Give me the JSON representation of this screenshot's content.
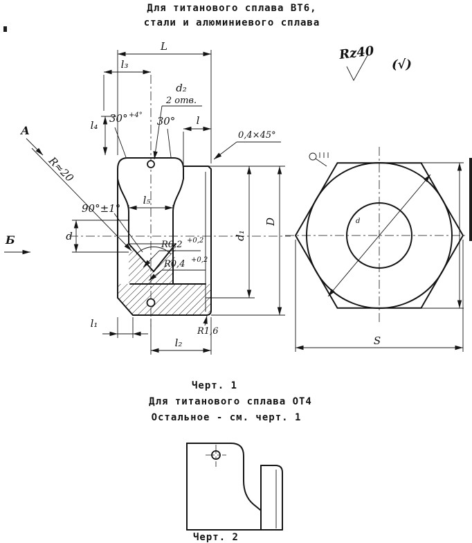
{
  "header": {
    "line1": "Для титанового сплава ВТ6,",
    "line2": "стали и алюминиевого сплава"
  },
  "roughness": {
    "label": "Rz40",
    "alt": "(√)"
  },
  "captions": {
    "fig1": "Черт. 1",
    "note1": "Для титанового сплава ОТ4",
    "note2": "Остальное - см. черт. 1",
    "fig2": "Черт. 2"
  },
  "dims": {
    "L": "L",
    "l3": "l₃",
    "d2": "d₂",
    "d2_note": "2 отв.",
    "l4": "l₄",
    "angle30_left": "30°",
    "angle30_left_tol": "+4°",
    "angle30_right": "30°",
    "l": "l",
    "chamfer": "0,4×45°",
    "view_a": "А",
    "r20": "R≈20",
    "angle90": "90°±1°",
    "l5": "l₅",
    "d": "d",
    "view_b": "Б",
    "r02": "R0,2",
    "r02_tol": "+0,2",
    "r04": "R0,4",
    "r04_tol": "+0,2",
    "d1": "d₁",
    "D": "D",
    "l1": "l₁",
    "r16": "R1,6",
    "l2": "l₂"
  },
  "hex": {
    "s": "S",
    "bore": "d"
  }
}
